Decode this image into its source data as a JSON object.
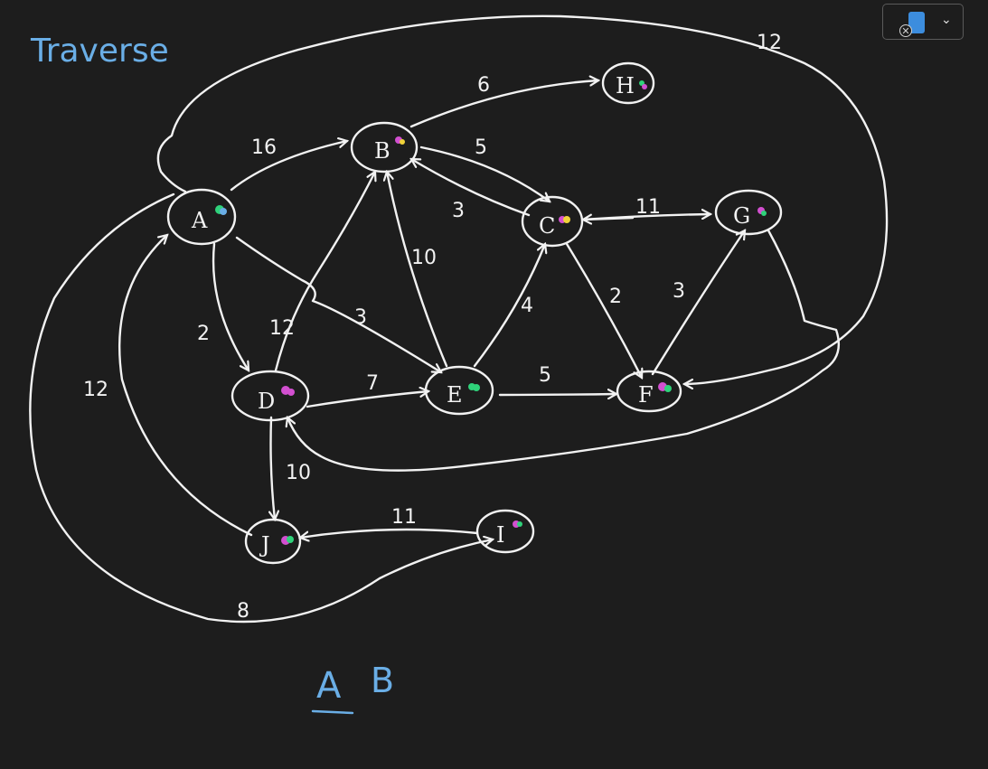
{
  "title": "Traverse",
  "footer_text": [
    "A",
    "B"
  ],
  "toolbar": {
    "pen_icon": "pen-icon",
    "close_icon": "close-icon",
    "dropdown_icon": "chevron-down-icon",
    "chevron_glyph": "⌄",
    "close_glyph": "✕"
  },
  "colors": {
    "ink": "#f2f2f2",
    "blue_ink": "#6aaee6",
    "background": "#1d1d1d",
    "accent_pink": "#d24fd0",
    "accent_green": "#2fd27a",
    "accent_yellow": "#f0d23a"
  },
  "nodes": [
    "A",
    "B",
    "C",
    "D",
    "E",
    "F",
    "G",
    "H",
    "I",
    "J"
  ],
  "edges": [
    {
      "from": "A",
      "to": "B",
      "weight": "16"
    },
    {
      "from": "A",
      "to": "D",
      "weight": "2"
    },
    {
      "from": "A",
      "to": "E",
      "weight": "3"
    },
    {
      "from": "A",
      "to": "I",
      "weight": "8"
    },
    {
      "from": "A",
      "to": "F",
      "weight": "12"
    },
    {
      "from": "B",
      "to": "H",
      "weight": "6"
    },
    {
      "from": "B",
      "to": "C",
      "weight": "5"
    },
    {
      "from": "C",
      "to": "B",
      "weight": "3"
    },
    {
      "from": "C",
      "to": "G",
      "weight": "11"
    },
    {
      "from": "C",
      "to": "F",
      "weight": "2"
    },
    {
      "from": "D",
      "to": "B",
      "weight": "12"
    },
    {
      "from": "D",
      "to": "E",
      "weight": "7"
    },
    {
      "from": "D",
      "to": "J",
      "weight": "10"
    },
    {
      "from": "E",
      "to": "B",
      "weight": "10"
    },
    {
      "from": "E",
      "to": "C",
      "weight": "4"
    },
    {
      "from": "E",
      "to": "F",
      "weight": "5"
    },
    {
      "from": "F",
      "to": "G",
      "weight": "3"
    },
    {
      "from": "G",
      "to": "D",
      "weight": ""
    },
    {
      "from": "I",
      "to": "J",
      "weight": "11"
    },
    {
      "from": "J",
      "to": "A",
      "weight": "12"
    }
  ]
}
